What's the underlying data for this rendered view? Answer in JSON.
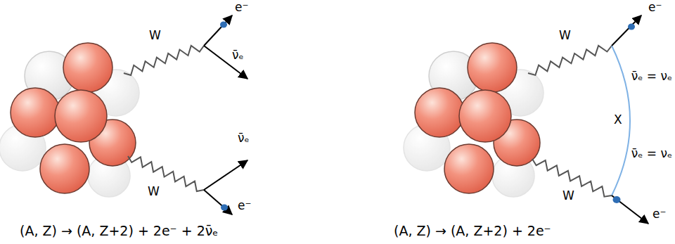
{
  "diagram": {
    "labels": [
      "W",
      "e⁻",
      "ν̄ₑ",
      "ν̄ₑ",
      "W",
      "e⁻",
      "W",
      "e⁻",
      "ν̄ₑ = νₑ",
      "X",
      "ν̄ₑ = νₑ",
      "W",
      "e⁻",
      "(A, Z) → (A, Z+2) + 2e⁻ + 2ν̄ₑ",
      "(A, Z) → (A, Z+2) + 2e⁻"
    ]
  }
}
